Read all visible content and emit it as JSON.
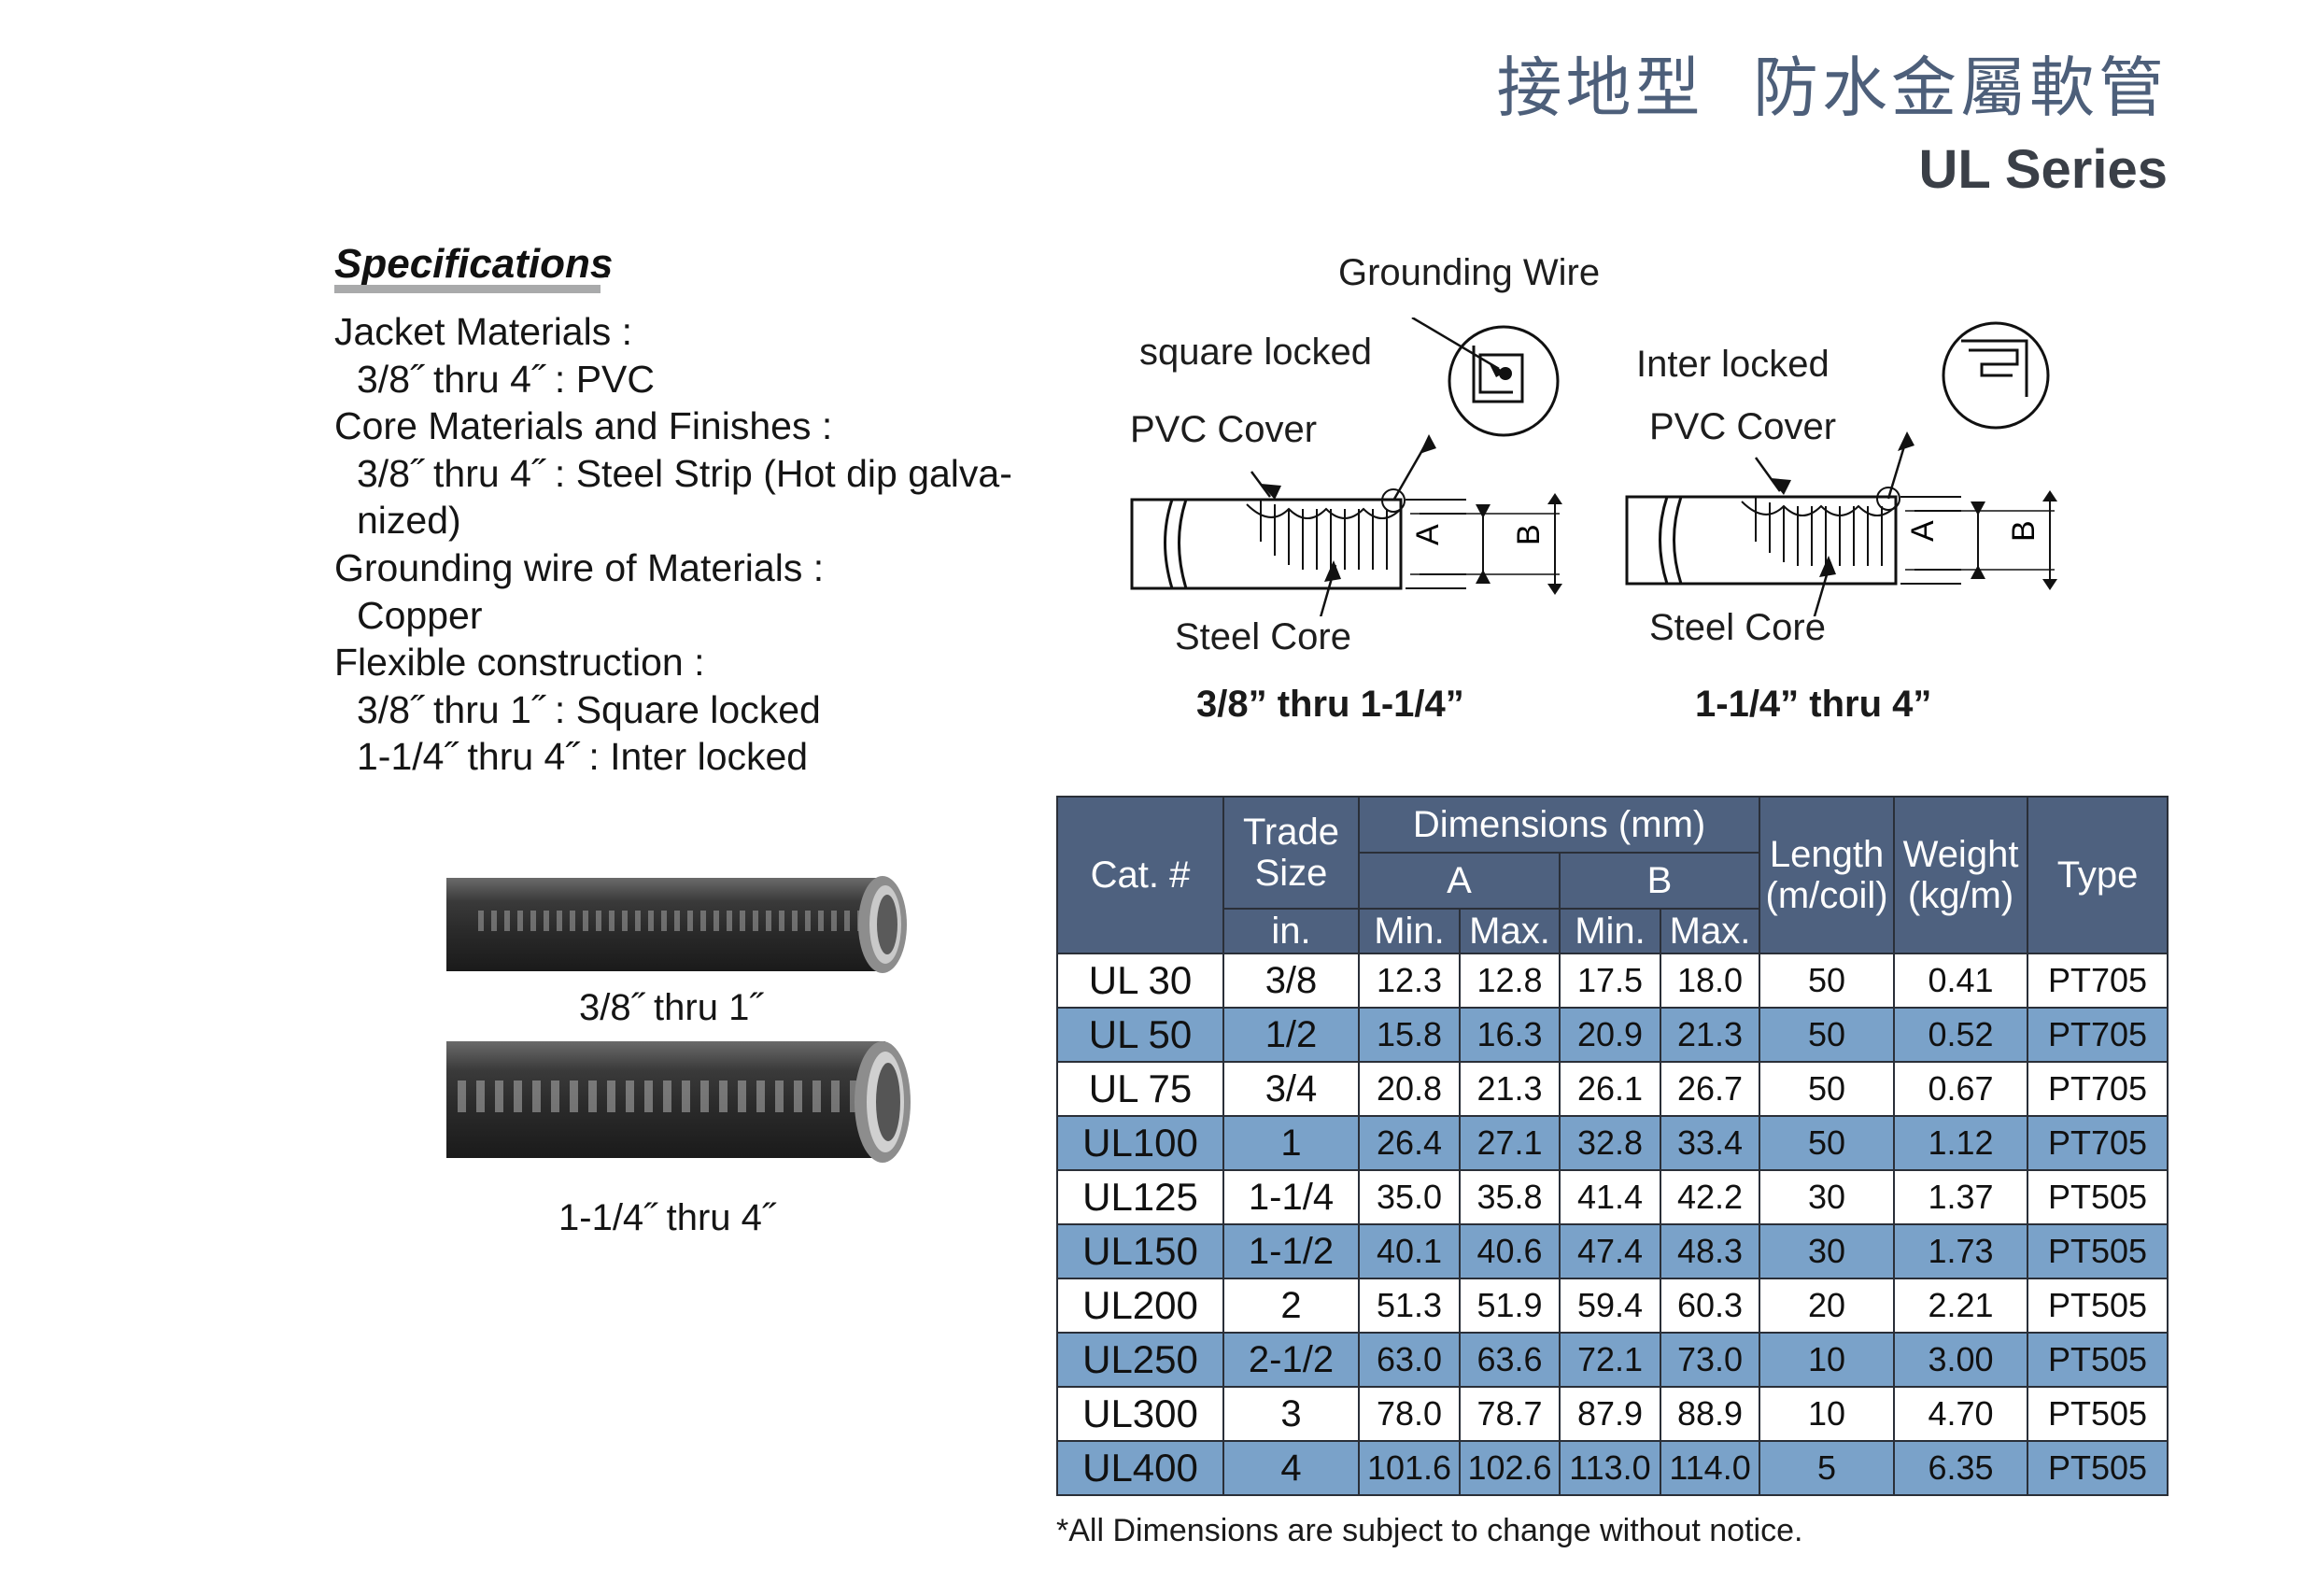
{
  "header": {
    "title_cn": "接地型  防水金屬軟管",
    "title_en": "UL Series"
  },
  "specifications": {
    "heading": "Specifications",
    "lines": [
      {
        "text": "Jacket Materials :",
        "indent": false
      },
      {
        "text": "3/8˝ thru 4˝ : PVC",
        "indent": true
      },
      {
        "text": "Core Materials and Finishes :",
        "indent": false
      },
      {
        "text": "3/8˝ thru 4˝ : Steel Strip (Hot dip galva-",
        "indent": true
      },
      {
        "text": "nized)",
        "indent": true
      },
      {
        "text": "Grounding wire of Materials :",
        "indent": false
      },
      {
        "text": "Copper",
        "indent": true
      },
      {
        "text": "Flexible construction :",
        "indent": false
      },
      {
        "text": "3/8˝ thru 1˝ : Square locked",
        "indent": true
      },
      {
        "text": "1-1/4˝ thru 4˝ : Inter locked",
        "indent": true
      }
    ]
  },
  "hoses": {
    "small_label": "3/8˝ thru 1˝",
    "large_label": "1-1/4˝ thru 4˝"
  },
  "diagrams": {
    "left": {
      "grounding_wire": "Grounding Wire",
      "lock": "square locked",
      "cover": "PVC Cover",
      "core": "Steel Core",
      "caption": "3/8” thru 1-1/4”",
      "dim_a": "A",
      "dim_b": "B"
    },
    "right": {
      "lock": "Inter locked",
      "cover": "PVC Cover",
      "core": "Steel Core",
      "caption": "1-1/4” thru 4”",
      "dim_a": "A",
      "dim_b": "B"
    }
  },
  "table": {
    "headers": {
      "cat": "Cat. #",
      "trade_size": "Trade Size",
      "trade_unit": "in.",
      "dimensions": "Dimensions (mm)",
      "a": "A",
      "b": "B",
      "min": "Min.",
      "max": "Max.",
      "length": "Length (m/coil)",
      "weight": "Weight (kg/m)",
      "type": "Type"
    },
    "rows": [
      [
        "UL 30",
        "3/8",
        "12.3",
        "12.8",
        "17.5",
        "18.0",
        "50",
        "0.41",
        "PT705"
      ],
      [
        "UL 50",
        "1/2",
        "15.8",
        "16.3",
        "20.9",
        "21.3",
        "50",
        "0.52",
        "PT705"
      ],
      [
        "UL 75",
        "3/4",
        "20.8",
        "21.3",
        "26.1",
        "26.7",
        "50",
        "0.67",
        "PT705"
      ],
      [
        "UL100",
        "1",
        "26.4",
        "27.1",
        "32.8",
        "33.4",
        "50",
        "1.12",
        "PT705"
      ],
      [
        "UL125",
        "1-1/4",
        "35.0",
        "35.8",
        "41.4",
        "42.2",
        "30",
        "1.37",
        "PT505"
      ],
      [
        "UL150",
        "1-1/2",
        "40.1",
        "40.6",
        "47.4",
        "48.3",
        "30",
        "1.73",
        "PT505"
      ],
      [
        "UL200",
        "2",
        "51.3",
        "51.9",
        "59.4",
        "60.3",
        "20",
        "2.21",
        "PT505"
      ],
      [
        "UL250",
        "2-1/2",
        "63.0",
        "63.6",
        "72.1",
        "73.0",
        "10",
        "3.00",
        "PT505"
      ],
      [
        "UL300",
        "3",
        "78.0",
        "78.7",
        "87.9",
        "88.9",
        "10",
        "4.70",
        "PT505"
      ],
      [
        "UL400",
        "4",
        "101.6",
        "102.6",
        "113.0",
        "114.0",
        "5",
        "6.35",
        "PT505"
      ]
    ],
    "note": "*All Dimensions are subject to change without notice."
  },
  "colors": {
    "header_fill": "#4e617f",
    "alt_row_fill": "#7aa2c9",
    "title_cn": "#4d5f7a"
  }
}
